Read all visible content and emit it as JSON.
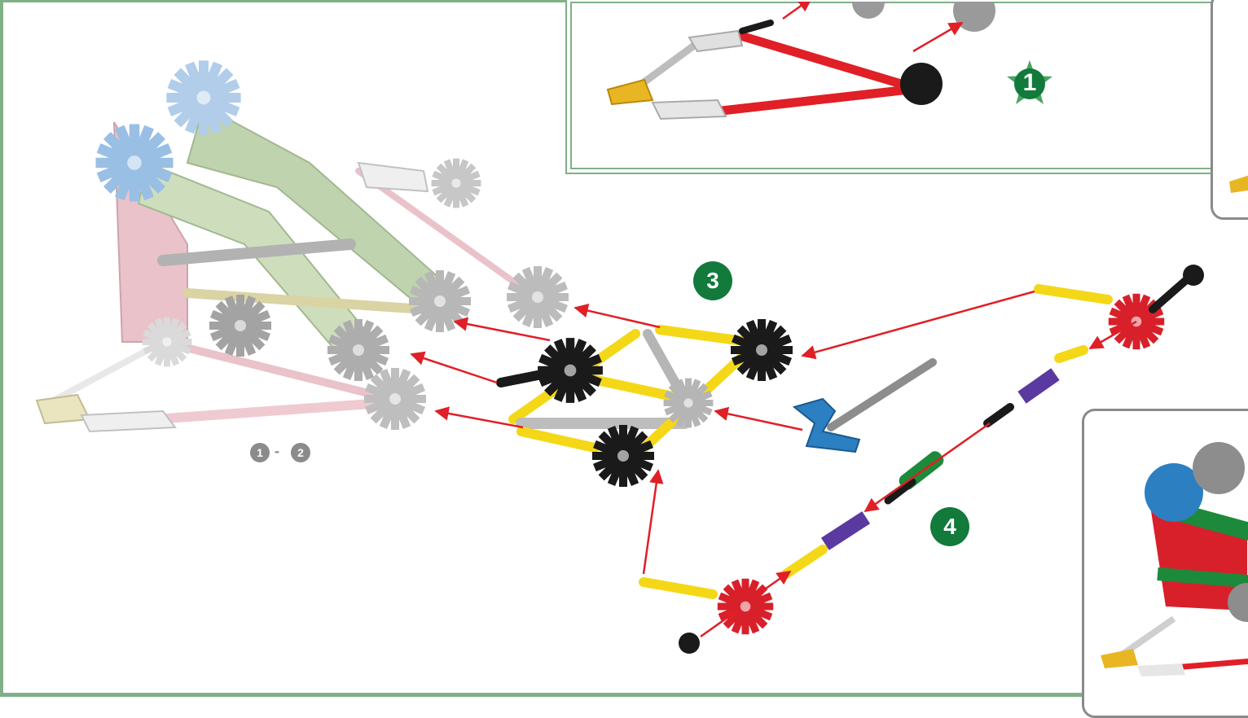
{
  "steps": {
    "step1": "1",
    "step3": "3",
    "step4": "4",
    "range_start": "1",
    "range_sep": "-",
    "range_end": "2"
  },
  "colors": {
    "frame_green": "#7fb087",
    "badge_green": "#127a3b",
    "arrow_red": "#e01f26",
    "rod_yellow": "#f4d817",
    "connector_black": "#1a1a1a",
    "connector_red": "#d8202a",
    "connector_blue": "#2c7fc1",
    "connector_grey": "#b5b5b5",
    "spacer_purple": "#5a3aa0",
    "spacer_green": "#1c8a3a",
    "ghost_pink": "#e8bcc4",
    "ghost_green": "#b9cfa6",
    "ghost_blue": "#a9c8e8"
  },
  "icons": {
    "step_badge": "numbered-circle-icon",
    "star_badge": "star-badge-icon",
    "placement_arrow": "red-arrow-icon"
  }
}
